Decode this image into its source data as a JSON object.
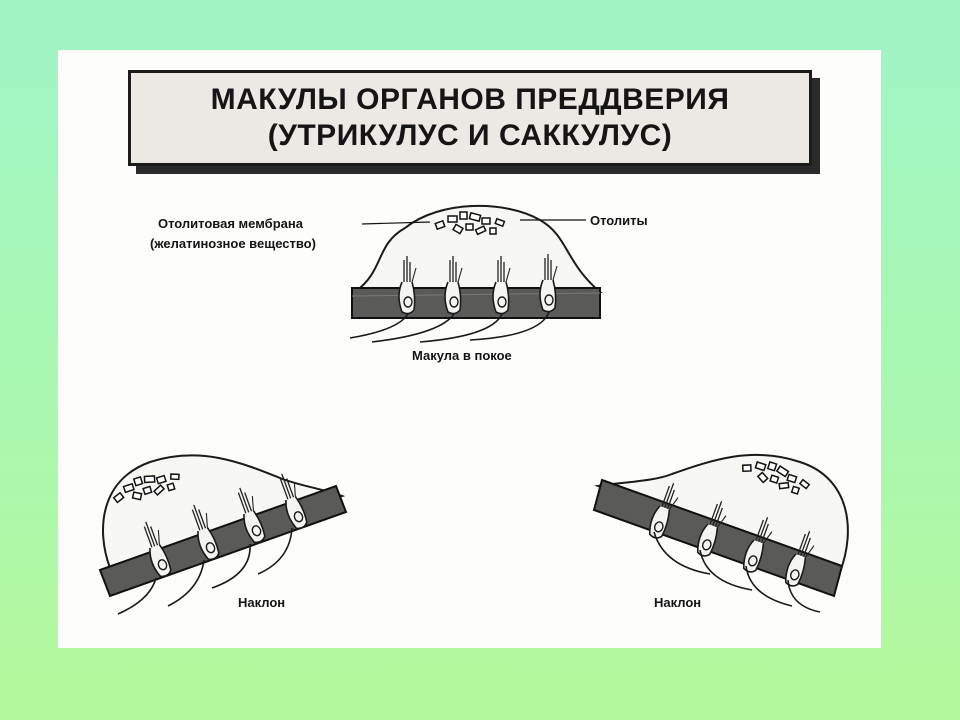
{
  "title": {
    "line1": "МАКУЛЫ ОРГАНОВ ПРЕДДВЕРИЯ",
    "line2": "(УТРИКУЛУС И САККУЛУС)"
  },
  "labels": {
    "otolith_membrane": "Отолитовая мембрана",
    "gelatinous_substance": "(желатинозное вещество)",
    "otoliths": "Отолиты",
    "macula_at_rest": "Макула в покое",
    "tilt_left": "Наклон",
    "tilt_right": "Наклон"
  }
}
